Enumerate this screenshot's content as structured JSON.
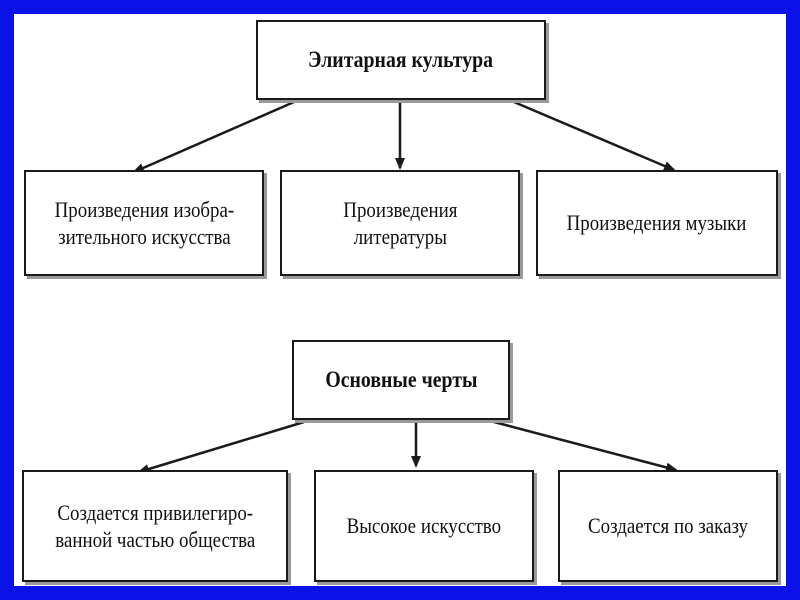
{
  "diagram": {
    "top": {
      "title": "Элитарная культура",
      "children": [
        "Произведения изобра-\nзительного искусства",
        "Произведения\nлитературы",
        "Произведения музыки"
      ]
    },
    "bottom": {
      "title": "Основные черты",
      "children": [
        "Создается привилегиро-\nванной частью общества",
        "Высокое искусство",
        "Создается по заказу"
      ]
    }
  },
  "colors": {
    "frame": "#0a12e8",
    "background": "#ffffff",
    "line": "#1a1a1a"
  }
}
